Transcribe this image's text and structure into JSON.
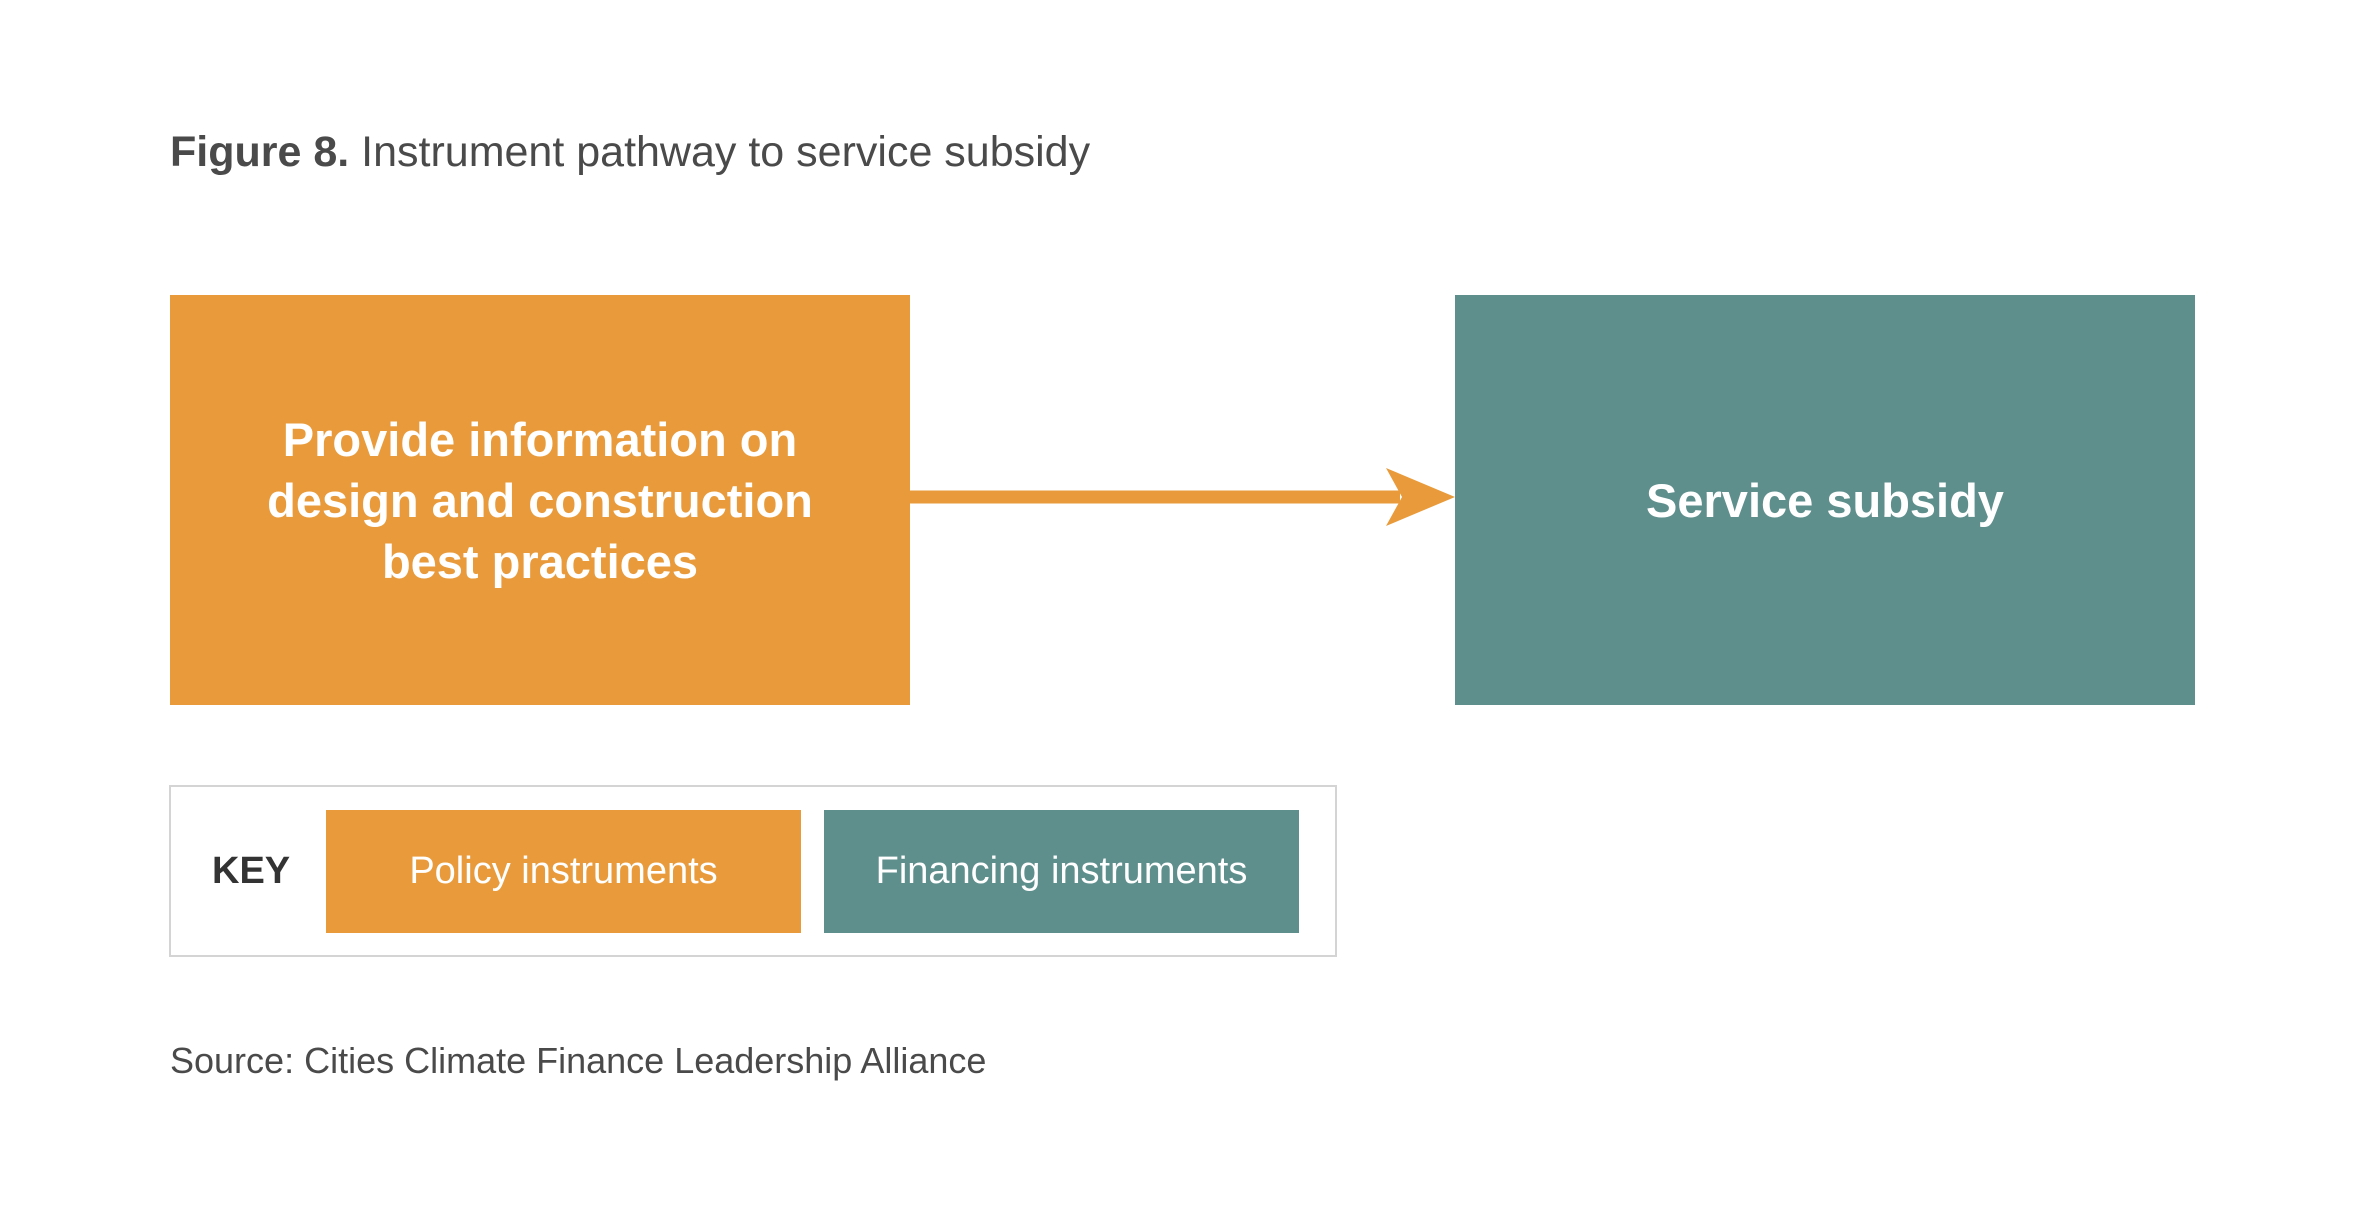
{
  "figure": {
    "number": "Figure 8.",
    "title": "Instrument pathway to service subsidy"
  },
  "diagram": {
    "source_box": {
      "line1": "Provide information on",
      "line2": "design and construction",
      "line3": "best practices",
      "category": "Policy instruments",
      "color": "#e99b3b"
    },
    "target_box": {
      "label": "Service subsidy",
      "category": "Financing instruments",
      "color": "#5e8f8c"
    },
    "connection": {
      "from": "source_box",
      "to": "target_box",
      "direction": "right",
      "color": "#e99b3b"
    }
  },
  "key": {
    "label": "KEY",
    "items": [
      {
        "label": "Policy instruments",
        "color": "#e99b3b"
      },
      {
        "label": "Financing instruments",
        "color": "#5e8f8c"
      }
    ]
  },
  "source_note": "Source: Cities Climate Finance Leadership Alliance"
}
